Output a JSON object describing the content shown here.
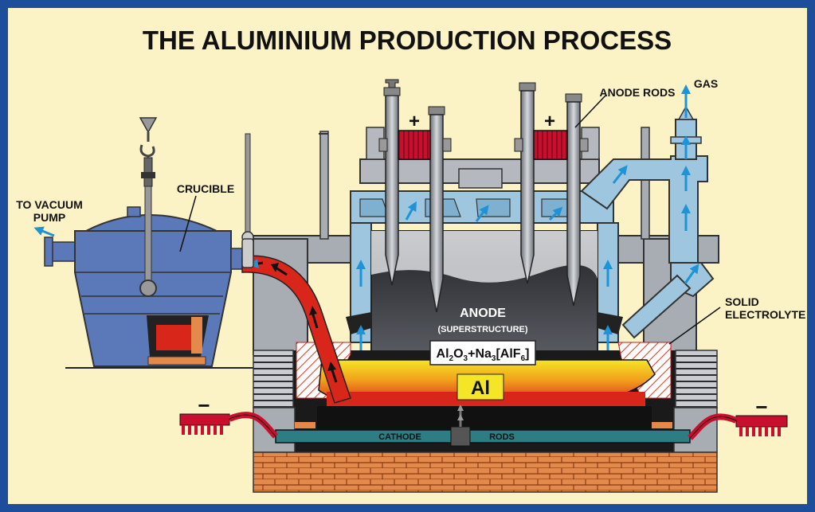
{
  "title": "THE ALUMINIUM PRODUCTION PROCESS",
  "labels": {
    "to_vacuum_pump_line1": "TO VACUUM",
    "to_vacuum_pump_line2": "PUMP",
    "crucible": "CRUCIBLE",
    "anode_rods": "ANODE RODS",
    "gas": "GAS",
    "solid_electrolyte_line1": "SOLID",
    "solid_electrolyte_line2": "ELECTROLYTE",
    "anode": "ANODE",
    "superstructure": "(SUPERSTRUCTURE)",
    "aluminium": "Al",
    "cathode": "CATHODE",
    "rods": "RODS",
    "plus_sign": "+",
    "minus_sign": "−"
  },
  "formula": {
    "al": "Al",
    "al_sub": "2",
    "o": "O",
    "o_sub": "3",
    "plus_na": "+Na",
    "na_sub": "3",
    "bracket_open": "[AlF",
    "f_sub": "6",
    "bracket_close": "]"
  },
  "colors": {
    "border": "#1e4e9b",
    "background": "#fbf3c6",
    "steel": "#a8acb3",
    "crucible": "#5b79b8",
    "pipe": "#9ec6de",
    "molten": "#e4351d",
    "electrolyte": "#f4e626",
    "anode_block": "#4a4d53",
    "brick": "#e3894c",
    "arrow": "#1e93d6"
  }
}
